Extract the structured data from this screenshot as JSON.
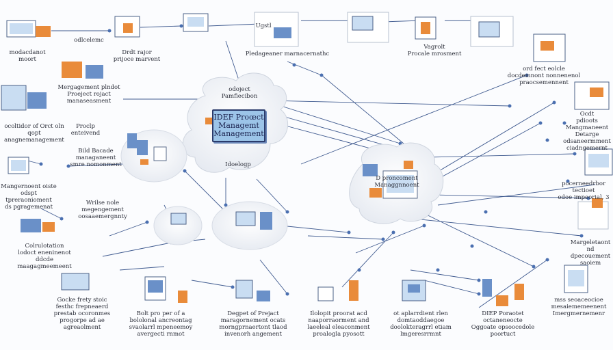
{
  "diagram": {
    "center_title": "IDEF Proœct\nManagemt\nManagement",
    "labels": [
      {
        "id": "l1",
        "text": "odlcelemc"
      },
      {
        "id": "l2",
        "text": "modacdanot moort"
      },
      {
        "id": "l3",
        "text": "Drdt rajor\nprijoce marvent"
      },
      {
        "id": "l4",
        "text": "Ugstl"
      },
      {
        "id": "l5",
        "text": "Pledageaner marnacernathc"
      },
      {
        "id": "l6",
        "text": "Vagrolt\nProcale mrosment"
      },
      {
        "id": "l7",
        "text": "Mergagement plndot\nProeject rojact\nmanaseasment"
      },
      {
        "id": "l8",
        "text": "ord fect eolcle\ndocdemnont nonnenenol\npraocsemennent"
      },
      {
        "id": "l9",
        "text": "odoject\nPamfiecibon"
      },
      {
        "id": "l10",
        "text": "ocoltidor of Orct oln\nqopt anagnemanagement"
      },
      {
        "id": "l11",
        "text": "Proclp\nenteivend"
      },
      {
        "id": "l12",
        "text": "Ocdt\npdioots\nMangmaneent Detarge\nodsaneermment\nciadngemernt"
      },
      {
        "id": "l13",
        "text": "Bild Bacade\nmanaganeent\nsmre nomonment"
      },
      {
        "id": "l14",
        "text": "Idoelogp"
      },
      {
        "id": "l15",
        "text": "Mangernoent oiste\nodspt tpreraonioment\nds pgragemenat"
      },
      {
        "id": "l16",
        "text": "Wrilse nole\nmegengement\noosaaemergnnty"
      },
      {
        "id": "l17",
        "text": "D proncoment\nManaggnnoent"
      },
      {
        "id": "l18",
        "text": "pocerneedrbor tectioet\nodoe impeorial, 3"
      },
      {
        "id": "l19",
        "text": "Colrulotation\nlodoct eneninenot\nddcde maagagmeemeent"
      },
      {
        "id": "l20",
        "text": "Margeletaont\nnd dpecouement\nsaoiem"
      },
      {
        "id": "l21",
        "text": "Gocke frety stoic\nfesthc frepneaerd\nprestab ocoronmes\nprogorpe ad ae\nagreaolment"
      },
      {
        "id": "l22",
        "text": "Bolt pro per of a\nbololonal ancreontag\nsvaolarrl mpeneemoy\navergecti rnmot"
      },
      {
        "id": "l23",
        "text": "Degpet of Prejact\nmaragornement ocats\nmorngprnaertont tlaod\ninvenorh angement"
      },
      {
        "id": "l24",
        "text": "Ilolopit proorat acd\nnaaporraorment and\nlaeeleal eleaconment\nproalogla pyosott"
      },
      {
        "id": "l25",
        "text": "ot aplarrdient rlen\ndomtaoddaegoe\ndoolokteragrrl etiam\nlmgeresrrmnt"
      },
      {
        "id": "l26",
        "text": "DIEP Poraotet\noctaneneocte\nOggoate opsoocedole\npoortuct"
      },
      {
        "id": "l27",
        "text": "mss seoaceocioe\nmesaiememeenent\nImergmernemenr"
      }
    ]
  }
}
